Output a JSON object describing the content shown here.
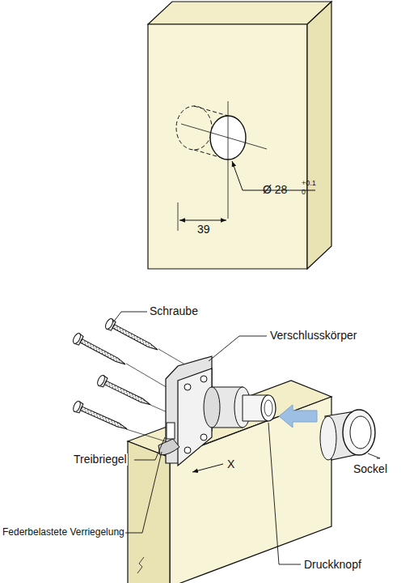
{
  "diagram": {
    "labels": [
      "Ø 28",
      "+0.1",
      "0",
      "39",
      "Schraube",
      "Verschlusskörper",
      "Treibriegel",
      "X",
      "Federbelastete Verriegelung",
      "Druckknopf",
      "Sockel"
    ]
  }
}
